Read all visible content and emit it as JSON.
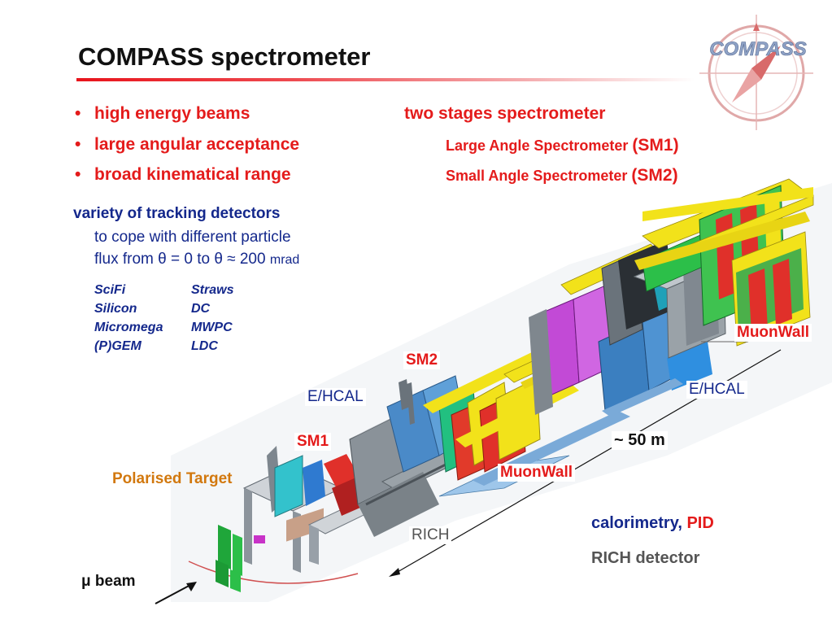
{
  "title": "COMPASS spectrometer",
  "logo_text": "COMPASS",
  "bullets": [
    "high energy beams",
    "large angular acceptance",
    "broad kinematical range"
  ],
  "stages": {
    "heading": "two stages spectrometer",
    "sm1_text": "Large Angle Spectrometer",
    "sm1_code": "(SM1)",
    "sm2_text": "Small Angle Spectrometer",
    "sm2_code": "(SM2)"
  },
  "tracking": {
    "heading": "variety of tracking detectors",
    "line1": "to cope with different particle",
    "line2": "flux from θ = 0 to θ ≈ 200",
    "unit": "mrad",
    "detectors_col1": [
      "SciFi",
      "Silicon",
      "Micromega",
      "(P)GEM"
    ],
    "detectors_col2": [
      "Straws",
      "DC",
      "MWPC",
      "LDC"
    ]
  },
  "labels": {
    "muonwall_top": "MuonWall",
    "sm2": "SM2",
    "ehcal_left": "E/HCAL",
    "ehcal_right": "E/HCAL",
    "sm1": "SM1",
    "length": "~ 50 m",
    "muonwall_mid": "MuonWall",
    "polarised_target": "Polarised Target",
    "rich": "RICH",
    "calorimetry": "calorimetry,",
    "pid": "PID",
    "rich_detector": "RICH detector",
    "beam": "μ beam"
  },
  "colors": {
    "accent_red": "#e41b1b",
    "navy": "#14288c",
    "orange": "#d2780e",
    "gray_text": "#555555",
    "detector_yellow": "#f2e21a"
  }
}
